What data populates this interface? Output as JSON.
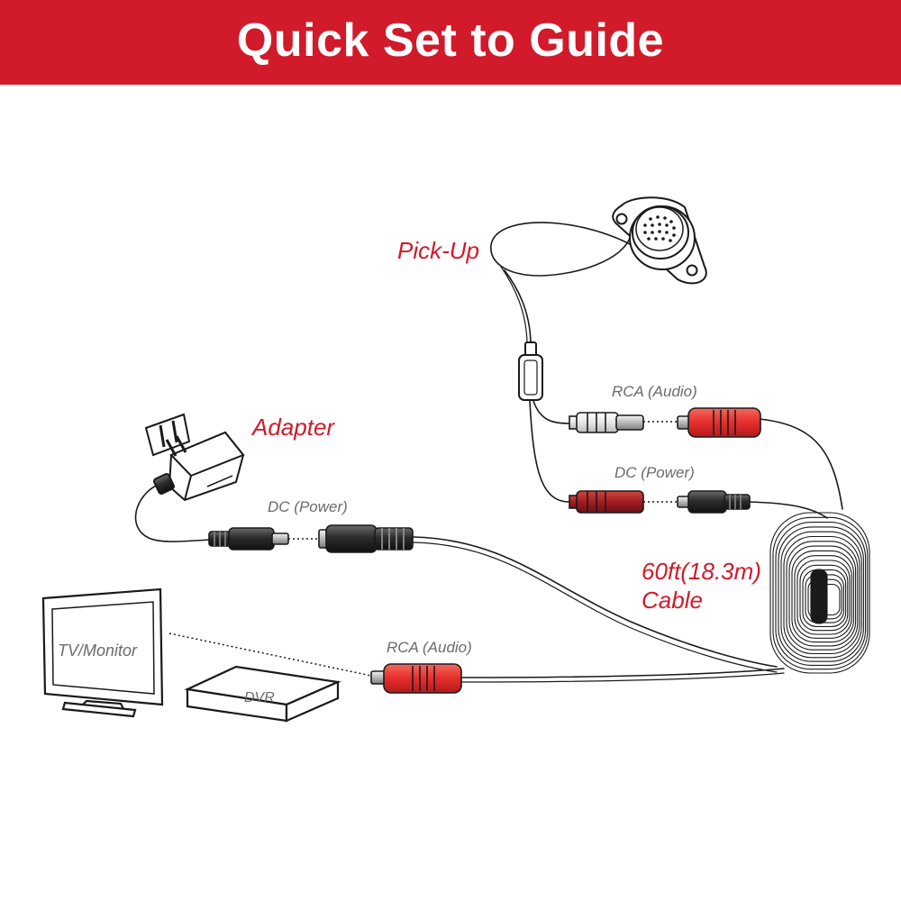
{
  "header": {
    "title": "Quick Set to Guide"
  },
  "labels": {
    "pickup": "Pick-Up",
    "rca_audio_top": "RCA (Audio)",
    "dc_power_right": "DC (Power)",
    "adapter": "Adapter",
    "dc_power_left": "DC (Power)",
    "cable_length": "60ft(18.3m)",
    "cable_word": "Cable",
    "rca_audio_bottom": "RCA (Audio)",
    "tv_monitor": "TV/Monitor",
    "dvr": "DVR"
  },
  "colors": {
    "brand_red": "#d11a2a",
    "plug_red": "#e8322f",
    "plug_grey": "#e6e6e6",
    "plug_black": "#2b2b2b",
    "plug_darkred": "#a11d22",
    "line": "#1a1a1a"
  }
}
